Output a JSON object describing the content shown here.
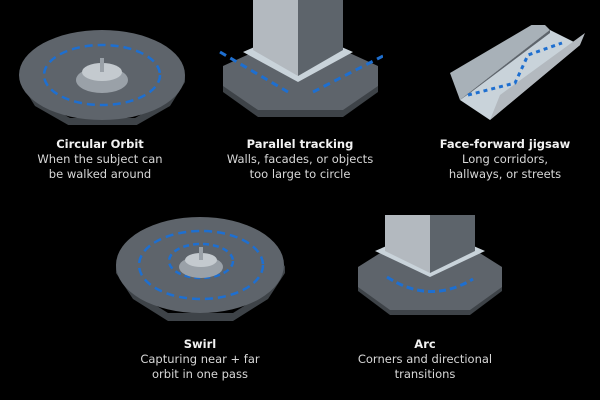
{
  "colors": {
    "background": "#000000",
    "platform_top": "#5e646b",
    "platform_side": "#3e4348",
    "path_blue": "#1e6fd0",
    "path_dark_blue": "#0f3f7a",
    "building_light": "#b3b9bf",
    "building_dark": "#5d646b",
    "base_light": "#c9d3da"
  },
  "patterns": [
    {
      "id": "circular-orbit",
      "icon": "circular-orbit-icon",
      "title": "Circular Orbit",
      "desc_line1": "When the subject can",
      "desc_line2": "be walked around"
    },
    {
      "id": "parallel-tracking",
      "icon": "parallel-tracking-icon",
      "title": "Parallel tracking",
      "desc_line1": "Walls, facades, or objects",
      "desc_line2": "too large to circle"
    },
    {
      "id": "face-forward-jigsaw",
      "icon": "face-forward-jigsaw-icon",
      "title": "Face-forward jigsaw",
      "desc_line1": "Long corridors,",
      "desc_line2": "hallways, or streets"
    },
    {
      "id": "swirl",
      "icon": "swirl-icon",
      "title": "Swirl",
      "desc_line1": "Capturing near + far",
      "desc_line2": "orbit in one pass"
    },
    {
      "id": "arc",
      "icon": "arc-icon",
      "title": "Arc",
      "desc_line1": "Corners and directional",
      "desc_line2": "transitions"
    }
  ]
}
